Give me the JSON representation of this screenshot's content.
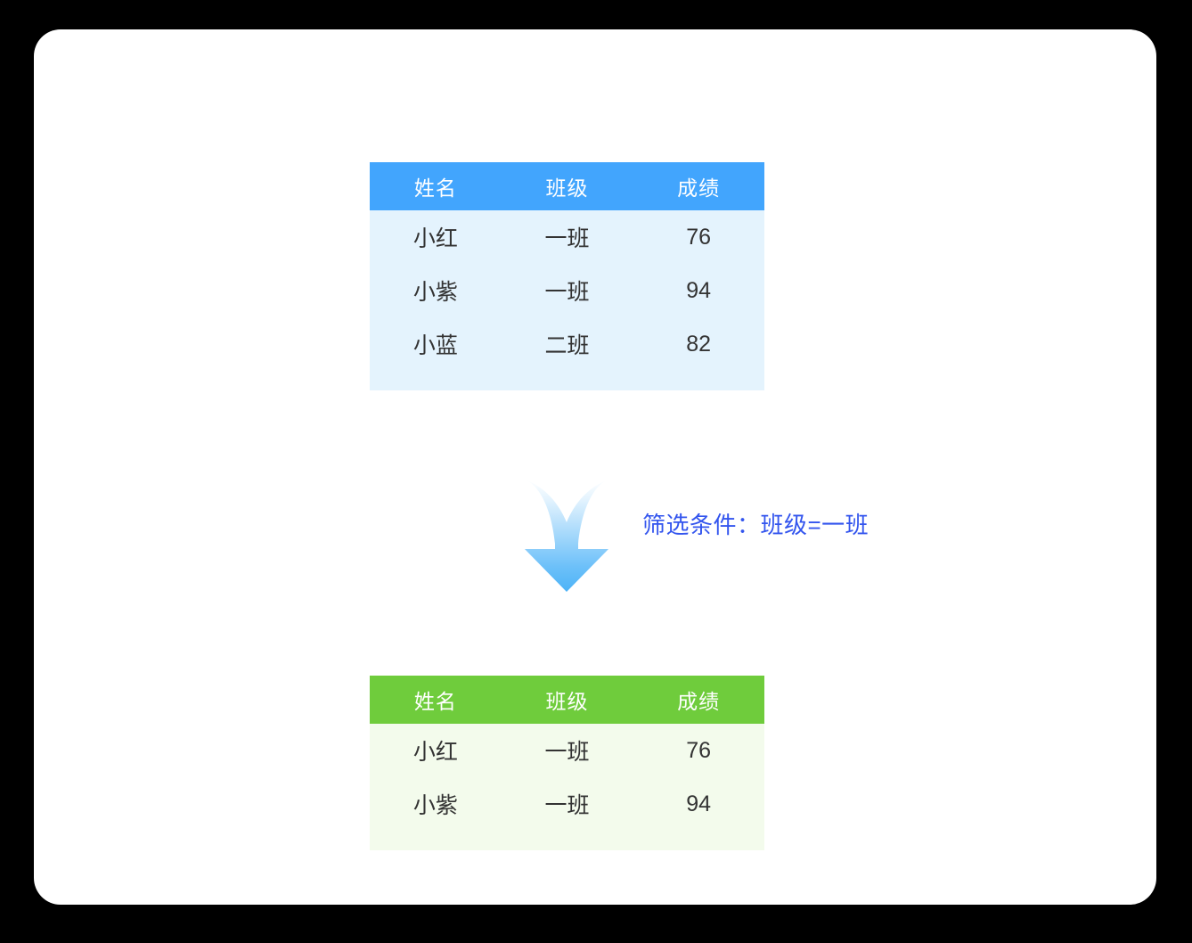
{
  "canvas": {
    "background_color": "#000000",
    "card_color": "#ffffff"
  },
  "colors": {
    "source_header_bg": "#42a5fd",
    "source_body_bg": "#e4f3fd",
    "result_header_bg": "#6fcc3c",
    "result_body_bg": "#f3fbec",
    "highlight_text": "#3355ee",
    "normal_text": "#333333",
    "header_text": "#ffffff",
    "arrow_top": "#ffffff",
    "arrow_bottom": "#4cb3f7"
  },
  "source_table": {
    "name": "source-data-table",
    "columns": [
      "姓名",
      "班级",
      "成绩"
    ],
    "rows": [
      {
        "name": "小红",
        "class": "一班",
        "score": "76",
        "highlight": true
      },
      {
        "name": "小紫",
        "class": "一班",
        "score": "94",
        "highlight": true
      },
      {
        "name": "小蓝",
        "class": "二班",
        "score": "82",
        "highlight": false
      }
    ]
  },
  "filter": {
    "icon": "arrow-down-icon",
    "label": "筛选条件：班级=一班"
  },
  "result_table": {
    "name": "filtered-result-table",
    "columns": [
      "姓名",
      "班级",
      "成绩"
    ],
    "rows": [
      {
        "name": "小红",
        "class": "一班",
        "score": "76",
        "highlight": true
      },
      {
        "name": "小紫",
        "class": "一班",
        "score": "94",
        "highlight": true
      }
    ]
  }
}
